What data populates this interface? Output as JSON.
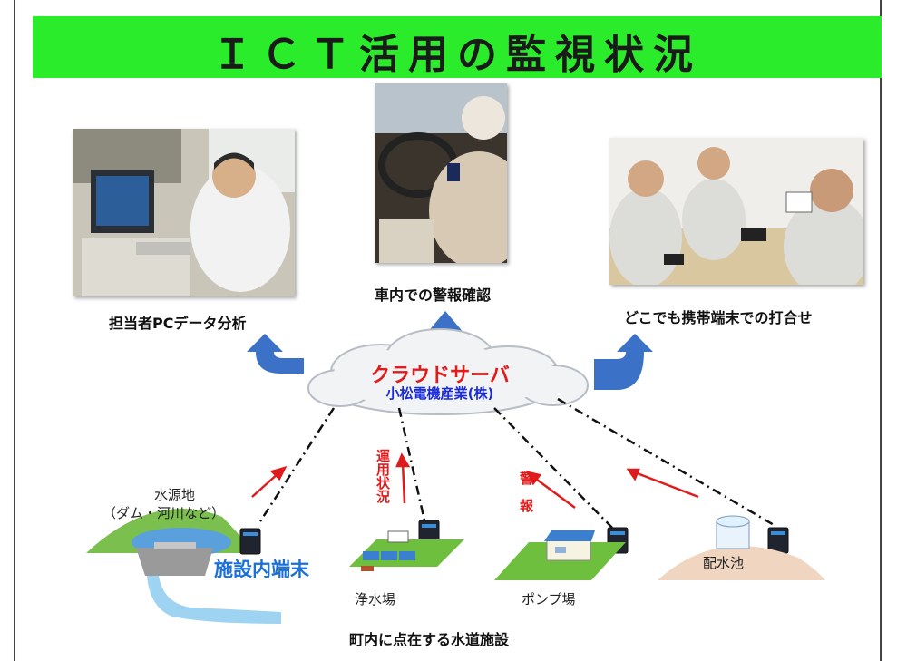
{
  "title": "ＩＣＴ活用の監視状況",
  "photos": {
    "left_caption": "担当者PCデータ分析",
    "center_caption": "車内での警報確認",
    "right_caption": "どこでも携帯端末での打合せ"
  },
  "cloud": {
    "title": "クラウドサーバ",
    "company": "小松電機産業(株)"
  },
  "arrows": {
    "operation_status": "運用状況",
    "alarm": "警　報"
  },
  "facilities": {
    "water_source": "水源地",
    "water_source_sub": "（ダム・河川など）",
    "terminal_label": "施設内端末",
    "purification": "浄水場",
    "pump": "ポンプ場",
    "reservoir": "配水池"
  },
  "footer": "町内に点在する水道施設",
  "colors": {
    "title_bar": "#2bec2b",
    "arrow_blue": "#3b72c7",
    "alert_red": "#e01b1b",
    "terminal_blue": "#1a6fd8"
  }
}
